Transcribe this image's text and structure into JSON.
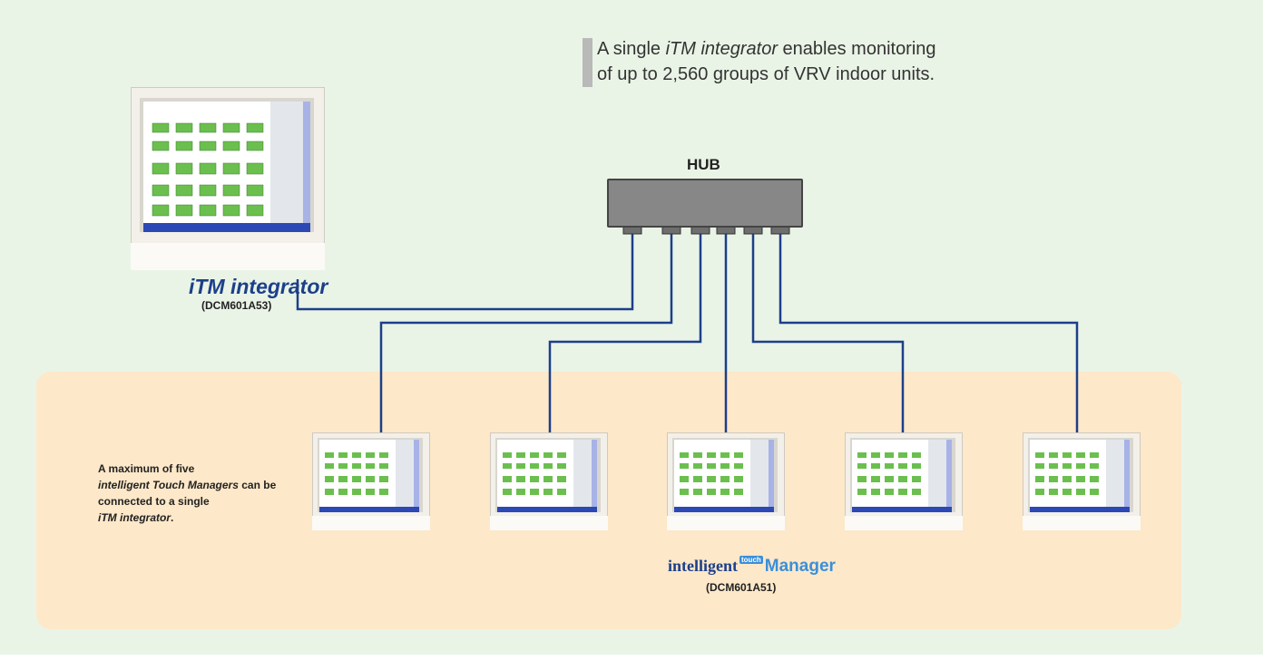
{
  "header": {
    "line1_prefix": "A single ",
    "line1_italic": "iTM integrator",
    "line1_suffix": " enables monitoring",
    "line2": "of up to 2,560 groups of VRV indoor units."
  },
  "hub": {
    "label": "HUB"
  },
  "integrator": {
    "title": "iTM integrator",
    "model": "(DCM601A53)"
  },
  "note": {
    "part1": "A maximum of five",
    "part2_italic": "intelligent Touch Managers",
    "part3": " can be connected to a single",
    "part4_italic": "iTM integrator",
    "part5": "."
  },
  "manager": {
    "logo_intelligent": "intelligent",
    "logo_touch": "touch",
    "logo_manager": "Manager",
    "model": "(DCM601A51)"
  },
  "colors": {
    "background": "#e9f4e6",
    "panel": "#fde8c9",
    "wire": "#1d3f8a",
    "hub": "#878787",
    "screen_icon": "#6bbf4e",
    "accent": "#3b8fd9"
  },
  "devices": {
    "integrator_icon": "touchscreen-controller",
    "manager_icon": "touchscreen-controller",
    "manager_count": 5
  }
}
